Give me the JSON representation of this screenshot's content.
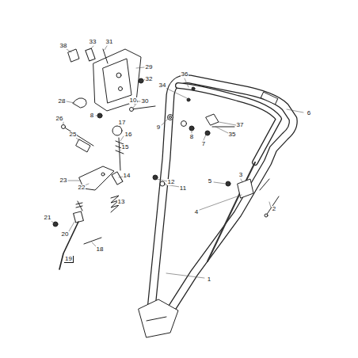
{
  "diagram": {
    "labels": [
      "38",
      "33",
      "31",
      "29",
      "32",
      "28",
      "30",
      "8",
      "26",
      "17",
      "16",
      "25",
      "15",
      "14",
      "23",
      "22",
      "13",
      "21",
      "20",
      "18",
      "19",
      "36",
      "34",
      "10",
      "9",
      "37",
      "35",
      "8",
      "7",
      "6",
      "12",
      "11",
      "3",
      "5",
      "4",
      "2",
      "1"
    ]
  }
}
